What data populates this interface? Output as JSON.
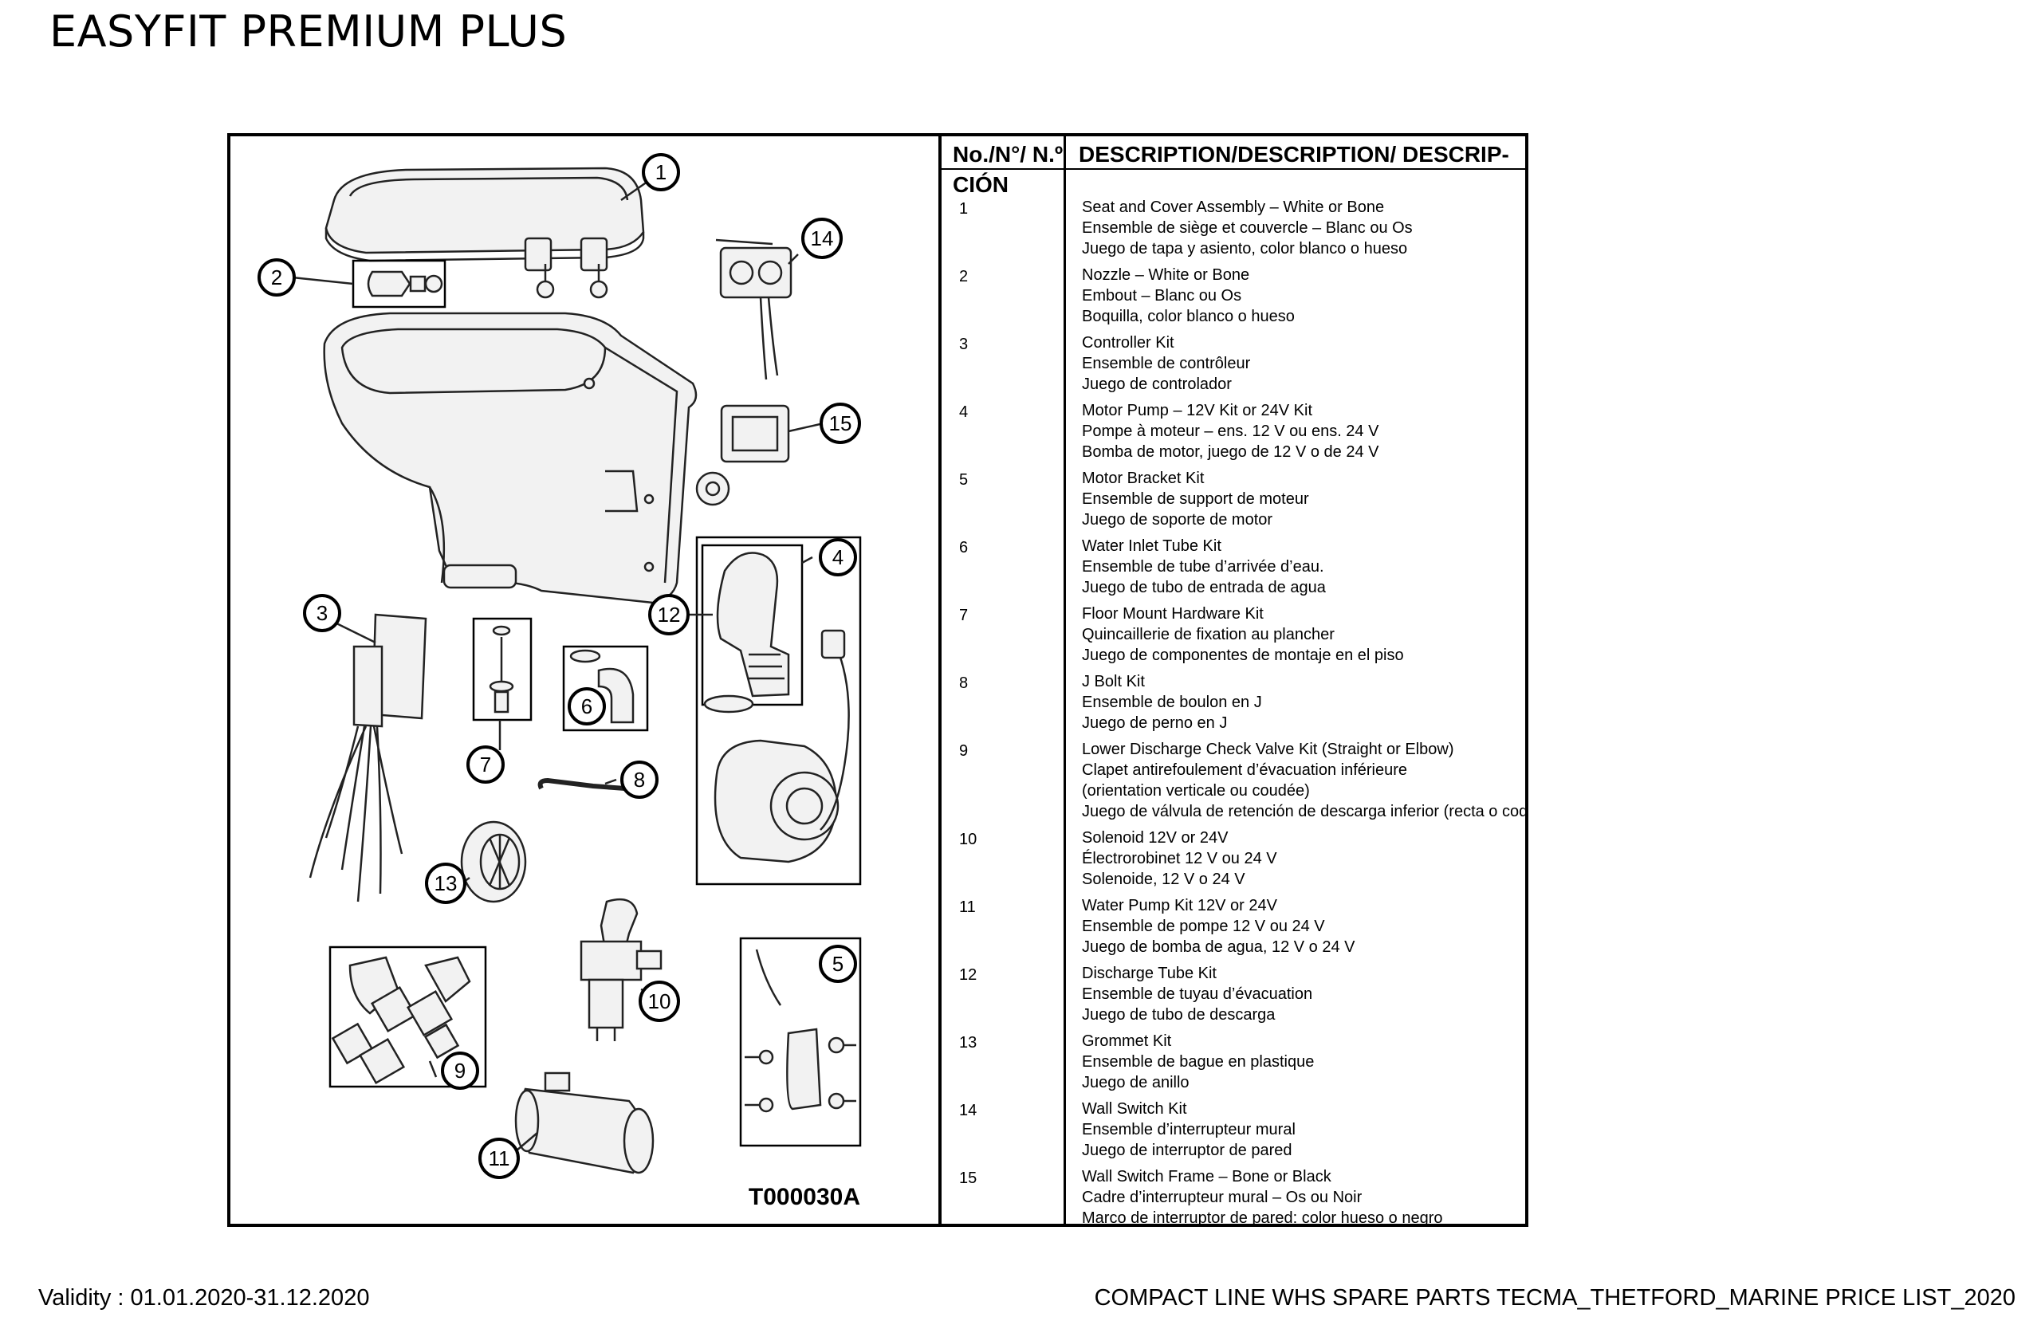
{
  "page": {
    "title": "EASYFIT PREMIUM PLUS",
    "validity": "Validity : 01.01.2020-31.12.2020",
    "footer_right": "COMPACT LINE WHS SPARE PARTS TECMA_THETFORD_MARINE PRICE LIST_2020"
  },
  "diagram": {
    "code": "T000030A",
    "callouts": [
      "1",
      "2",
      "3",
      "4",
      "5",
      "6",
      "7",
      "8",
      "9",
      "10",
      "11",
      "12",
      "13",
      "14",
      "15"
    ]
  },
  "table": {
    "header_no": "No./N°/ N.º",
    "header_no_2": "CIÓN",
    "header_desc": "DESCRIPTION/DESCRIPTION/ DESCRIP-",
    "rows": [
      {
        "no": "1",
        "lines": [
          "Seat and Cover Assembly – White or Bone",
          "Ensemble de siège et couvercle – Blanc ou Os",
          "Juego de tapa y asiento, color blanco o hueso"
        ]
      },
      {
        "no": "2",
        "lines": [
          "Nozzle – White or Bone",
          "Embout – Blanc ou Os",
          "Boquilla, color blanco o hueso"
        ]
      },
      {
        "no": "3",
        "lines": [
          "Controller Kit",
          "Ensemble de contrôleur",
          "Juego de controlador"
        ]
      },
      {
        "no": "4",
        "lines": [
          "Motor Pump – 12V Kit or 24V Kit",
          "Pompe à moteur – ens. 12 V ou ens. 24 V",
          "Bomba de motor, juego de 12 V o de 24 V"
        ]
      },
      {
        "no": "5",
        "lines": [
          "Motor Bracket Kit",
          "Ensemble de support de moteur",
          "Juego de soporte de motor"
        ]
      },
      {
        "no": "6",
        "lines": [
          "Water Inlet Tube Kit",
          "Ensemble de tube d’arrivée d’eau.",
          "Juego de tubo de entrada de agua"
        ]
      },
      {
        "no": "7",
        "lines": [
          "Floor Mount Hardware Kit",
          "Quincaillerie de fixation au plancher",
          "Juego de componentes de montaje en el piso"
        ]
      },
      {
        "no": "8",
        "lines": [
          "J Bolt Kit",
          "Ensemble de boulon en J",
          "Juego de perno en J"
        ]
      },
      {
        "no": "9",
        "tall": true,
        "lines": [
          "Lower Discharge Check Valve Kit (Straight or Elbow)",
          "Clapet antirefoulement d’évacuation inférieure",
          "(orientation verticale ou coudée)",
          "Juego de válvula de retención de descarga inferior (recta o codo)"
        ]
      },
      {
        "no": "10",
        "lines": [
          "Solenoid 12V or 24V",
          "Électrorobinet 12 V ou 24 V",
          "Solenoide, 12 V o 24 V"
        ]
      },
      {
        "no": "11",
        "lines": [
          "Water Pump Kit 12V or 24V",
          "Ensemble de pompe 12 V ou 24 V",
          "Juego de bomba de agua, 12 V o 24 V"
        ]
      },
      {
        "no": "12",
        "lines": [
          "Discharge Tube Kit",
          "Ensemble de tuyau d’évacuation",
          "Juego de tubo de descarga"
        ]
      },
      {
        "no": "13",
        "lines": [
          "Grommet Kit",
          "Ensemble de bague en plastique",
          "Juego de anillo"
        ]
      },
      {
        "no": "14",
        "lines": [
          "Wall Switch Kit",
          "Ensemble d’interrupteur mural",
          "Juego de interruptor de pared"
        ]
      },
      {
        "no": "15",
        "lines": [
          "Wall Switch Frame – Bone or Black",
          "Cadre d’interrupteur mural – Os ou Noir",
          "Marco de interruptor de pared: color hueso o negro"
        ]
      }
    ]
  }
}
